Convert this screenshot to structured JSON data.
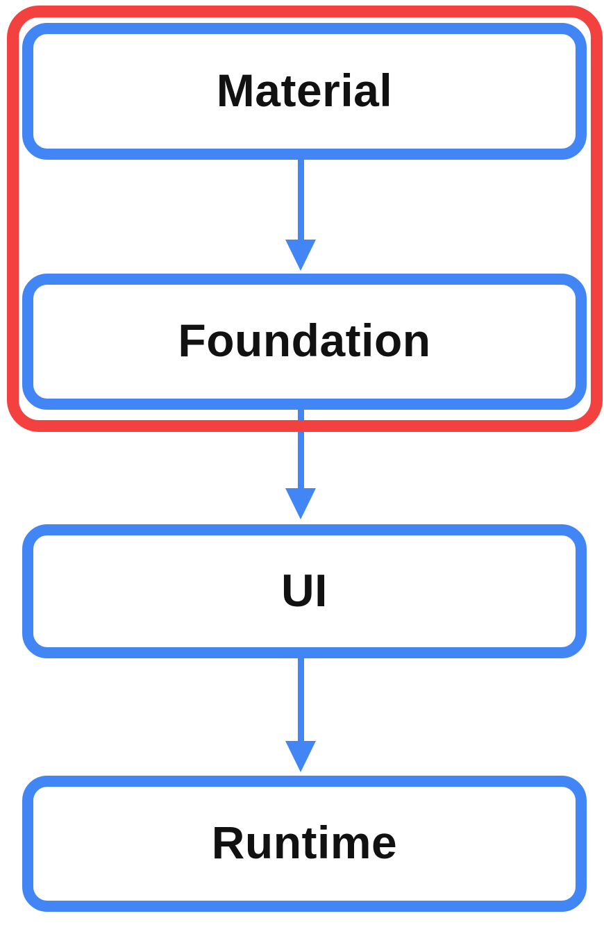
{
  "diagram": {
    "type": "vertical-flowchart",
    "nodes": [
      {
        "id": "material",
        "label": "Material"
      },
      {
        "id": "foundation",
        "label": "Foundation"
      },
      {
        "id": "ui",
        "label": "UI"
      },
      {
        "id": "runtime",
        "label": "Runtime"
      }
    ],
    "edges": [
      {
        "from": "material",
        "to": "foundation",
        "style": "arrow-down"
      },
      {
        "from": "foundation",
        "to": "ui",
        "style": "arrow-down"
      },
      {
        "from": "ui",
        "to": "runtime",
        "style": "arrow-down"
      }
    ],
    "highlight_group": {
      "members": [
        "material",
        "foundation"
      ],
      "shape": "rounded-rectangle-outline"
    },
    "colors": {
      "node_border": "#4285F4",
      "arrow": "#4285F4",
      "highlight_border": "#F2413E",
      "label_text": "#111111",
      "node_fill": "#FFFFFF",
      "background": "#FFFFFF"
    }
  }
}
